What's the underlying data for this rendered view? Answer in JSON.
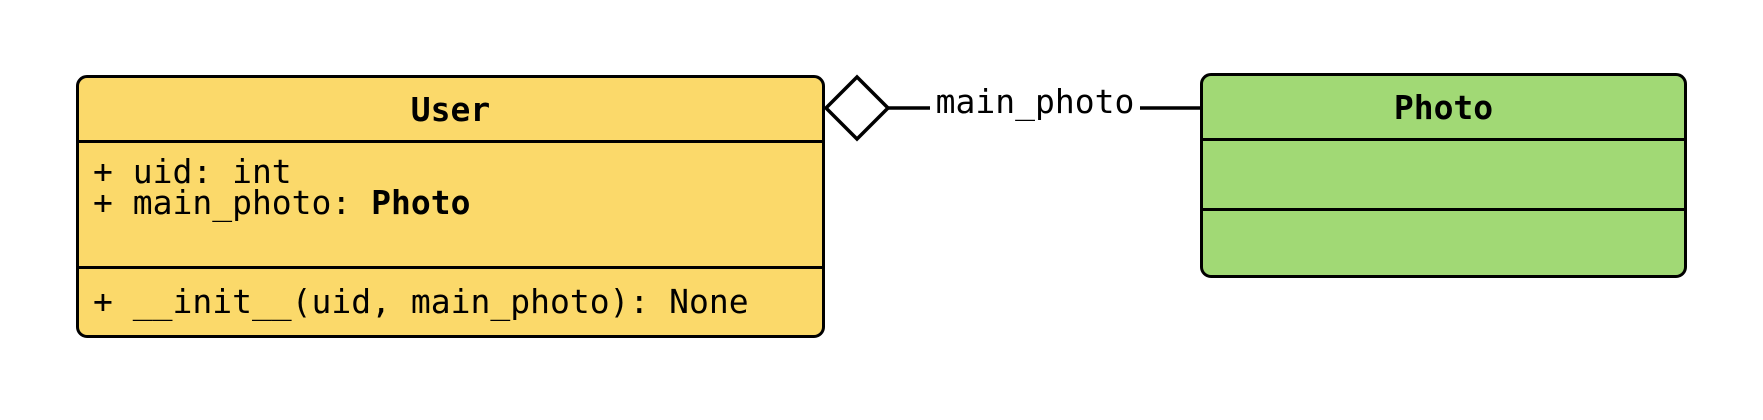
{
  "canvas": {
    "background": "#FFFFFF"
  },
  "colors": {
    "user_fill": "#FBD96A",
    "photo_fill": "#A1D975",
    "stroke": "#000000",
    "diamond_fill": "#FFFFFF"
  },
  "user_class": {
    "title": "User",
    "attributes": {
      "line1": "+ uid: int",
      "line2_prefix": "+ main_photo: ",
      "line2_type": "Photo"
    },
    "methods": {
      "line1": "+ __init__(uid, main_photo): None"
    }
  },
  "photo_class": {
    "title": "Photo",
    "attributes": [],
    "methods": []
  },
  "relation": {
    "label": "main_photo",
    "kind": "aggregation",
    "diamond_style": "hollow",
    "from": "User",
    "to": "Photo"
  }
}
